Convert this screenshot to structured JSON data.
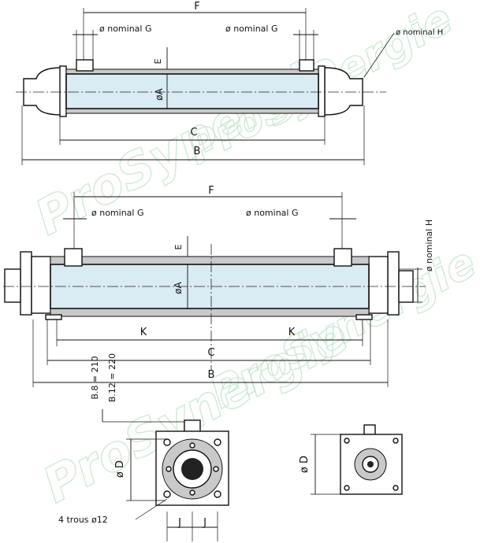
{
  "watermark": {
    "text": "ProSynergie"
  },
  "top_view": {
    "labels": {
      "F": "F",
      "G_left": "ø nominal G",
      "G_right": "ø nominal G",
      "H": "ø nominal H",
      "E": "E",
      "A": "øA",
      "C": "C",
      "B": "B"
    }
  },
  "middle_view": {
    "labels": {
      "F": "F",
      "G_left": "ø nominal G",
      "G_right": "ø nominal G",
      "H": "ø nominal H",
      "E": "E",
      "A": "øA",
      "K_left": "K",
      "K_right": "K",
      "C": "C",
      "B": "B",
      "b8": "B.8 = 210",
      "b12": "B.12 = 220"
    }
  },
  "end_view_left": {
    "labels": {
      "D": "ø D",
      "holes": "4 trous ø12",
      "J_left": "J",
      "J_right": "J"
    }
  },
  "end_view_right": {
    "labels": {
      "D": "ø D"
    }
  },
  "colors": {
    "body_fill": "#d9ebf3",
    "shell_fill": "#c9c9c9",
    "line": "#111111",
    "watermark": "#bfe3c8"
  }
}
